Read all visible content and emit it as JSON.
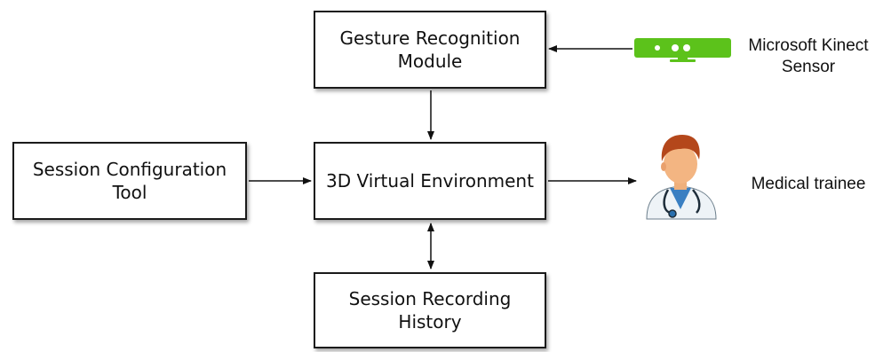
{
  "nodes": {
    "gesture": {
      "line1": "Gesture Recognition",
      "line2": "Module"
    },
    "virtual_env": {
      "line1": "3D Virtual Environment"
    },
    "session_config": {
      "line1": "Session Configuration",
      "line2": "Tool"
    },
    "recording": {
      "line1": "Session Recording",
      "line2": "History"
    }
  },
  "external": {
    "kinect": {
      "line1": "Microsoft Kinect",
      "line2": "Sensor",
      "icon": "kinect-sensor-icon",
      "color": "#5cc21b"
    },
    "trainee": {
      "line1": "Medical trainee",
      "icon": "medical-trainee-icon"
    }
  }
}
